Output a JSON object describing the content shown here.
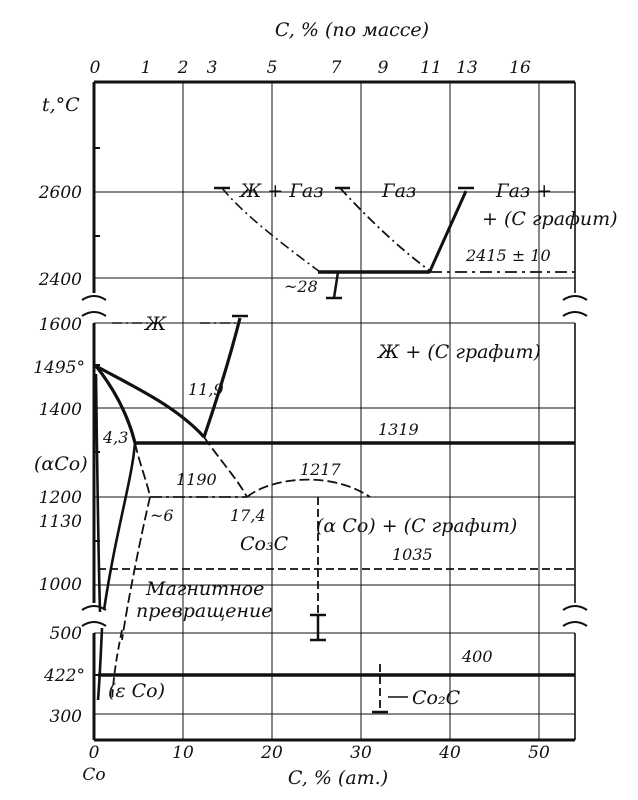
{
  "top_axis": {
    "title": "C, % (по массе)",
    "ticks": [
      "0",
      "1",
      "2",
      "3",
      "5",
      "7",
      "9",
      "11",
      "13",
      "16"
    ]
  },
  "bottom_axis": {
    "title": "C, % (ат.)",
    "ticks": [
      "0",
      "10",
      "20",
      "30",
      "40",
      "50"
    ],
    "origin_label": "Co"
  },
  "left_axis": {
    "title": "t,°C",
    "ticks": [
      "2600",
      "2400",
      "1600",
      "1495°",
      "1400",
      "1200",
      "1130",
      "1000",
      "500",
      "422°",
      "300"
    ]
  },
  "regions": {
    "l_gas": "Ж + Газ",
    "gas": "Газ",
    "gas_graphite_1": "Газ +",
    "gas_graphite_2": "+ (С графит)",
    "liquid": "Ж",
    "l_graphite": "Ж + (С графит)",
    "alpha_co": "(αCo)",
    "alpha_graphite": "(α Co) + (С графит)",
    "magnetic_1": "Магнитное",
    "magnetic_2": "превращение",
    "epsilon_co": "(ε Co)",
    "co3c": "Co₃C",
    "co2c": "Co₂C"
  },
  "annotations": {
    "t2415": "2415 ± 10",
    "c28": "~28",
    "c11_9": "11,9",
    "c4_3": "4,3",
    "t1319": "1319",
    "t1190": "1190",
    "t1217": "1217",
    "c6": "~6",
    "c17_4": "17,4",
    "t1035": "1035",
    "t400": "400"
  }
}
